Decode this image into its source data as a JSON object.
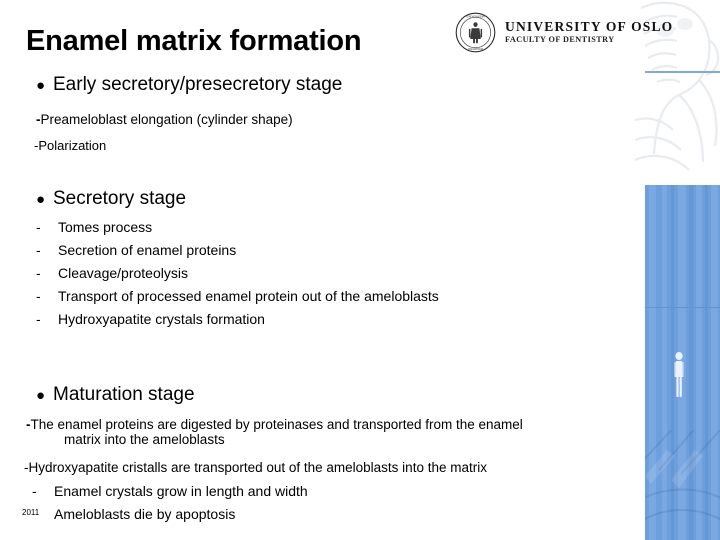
{
  "slide": {
    "title": "Enamel matrix formation",
    "year_marker": "2011"
  },
  "logo": {
    "seal_icon": "university-seal-icon",
    "line1": "UNIVERSITY  OF  OSLO",
    "line2": "FACULTY OF DENTISTRY"
  },
  "sections": [
    {
      "heading": "Early secretory/presecretory stage",
      "items": [
        {
          "marker": "-",
          "text": "Preameloblast elongation (cylinder shape)"
        },
        {
          "marker": "-",
          "text": "Polarization"
        }
      ]
    },
    {
      "heading": "Secretory stage",
      "items": [
        {
          "marker": "-",
          "text": "Tomes process"
        },
        {
          "marker": "-",
          "text": "Secretion of enamel proteins"
        },
        {
          "marker": "-",
          "text": "Cleavage/proteolysis"
        },
        {
          "marker": "-",
          "text": "Transport of processed enamel protein out of the ameloblasts"
        },
        {
          "marker": "-",
          "text": "Hydroxyapatite crystals formation"
        }
      ]
    },
    {
      "heading": "Maturation stage",
      "items": [
        {
          "marker": "-",
          "text": "The enamel proteins are digested by proteinases and transported from the enamel",
          "text2": "matrix into the ameloblasts"
        },
        {
          "marker": "-",
          "text": "Hydroxyapatite cristalls are transported out of the ameloblasts into the matrix"
        },
        {
          "marker": "-",
          "text": "Enamel crystals grow in length and width"
        },
        {
          "marker": "-",
          "text": "Ameloblasts die by  apoptosis"
        }
      ]
    }
  ],
  "decor": {
    "panel_color": "#6d9fdd",
    "rule_color": "#7fa9dd",
    "faint_figure_icon": "classical-head-profile-icon",
    "panel_figure_icon": "standing-person-icon"
  }
}
